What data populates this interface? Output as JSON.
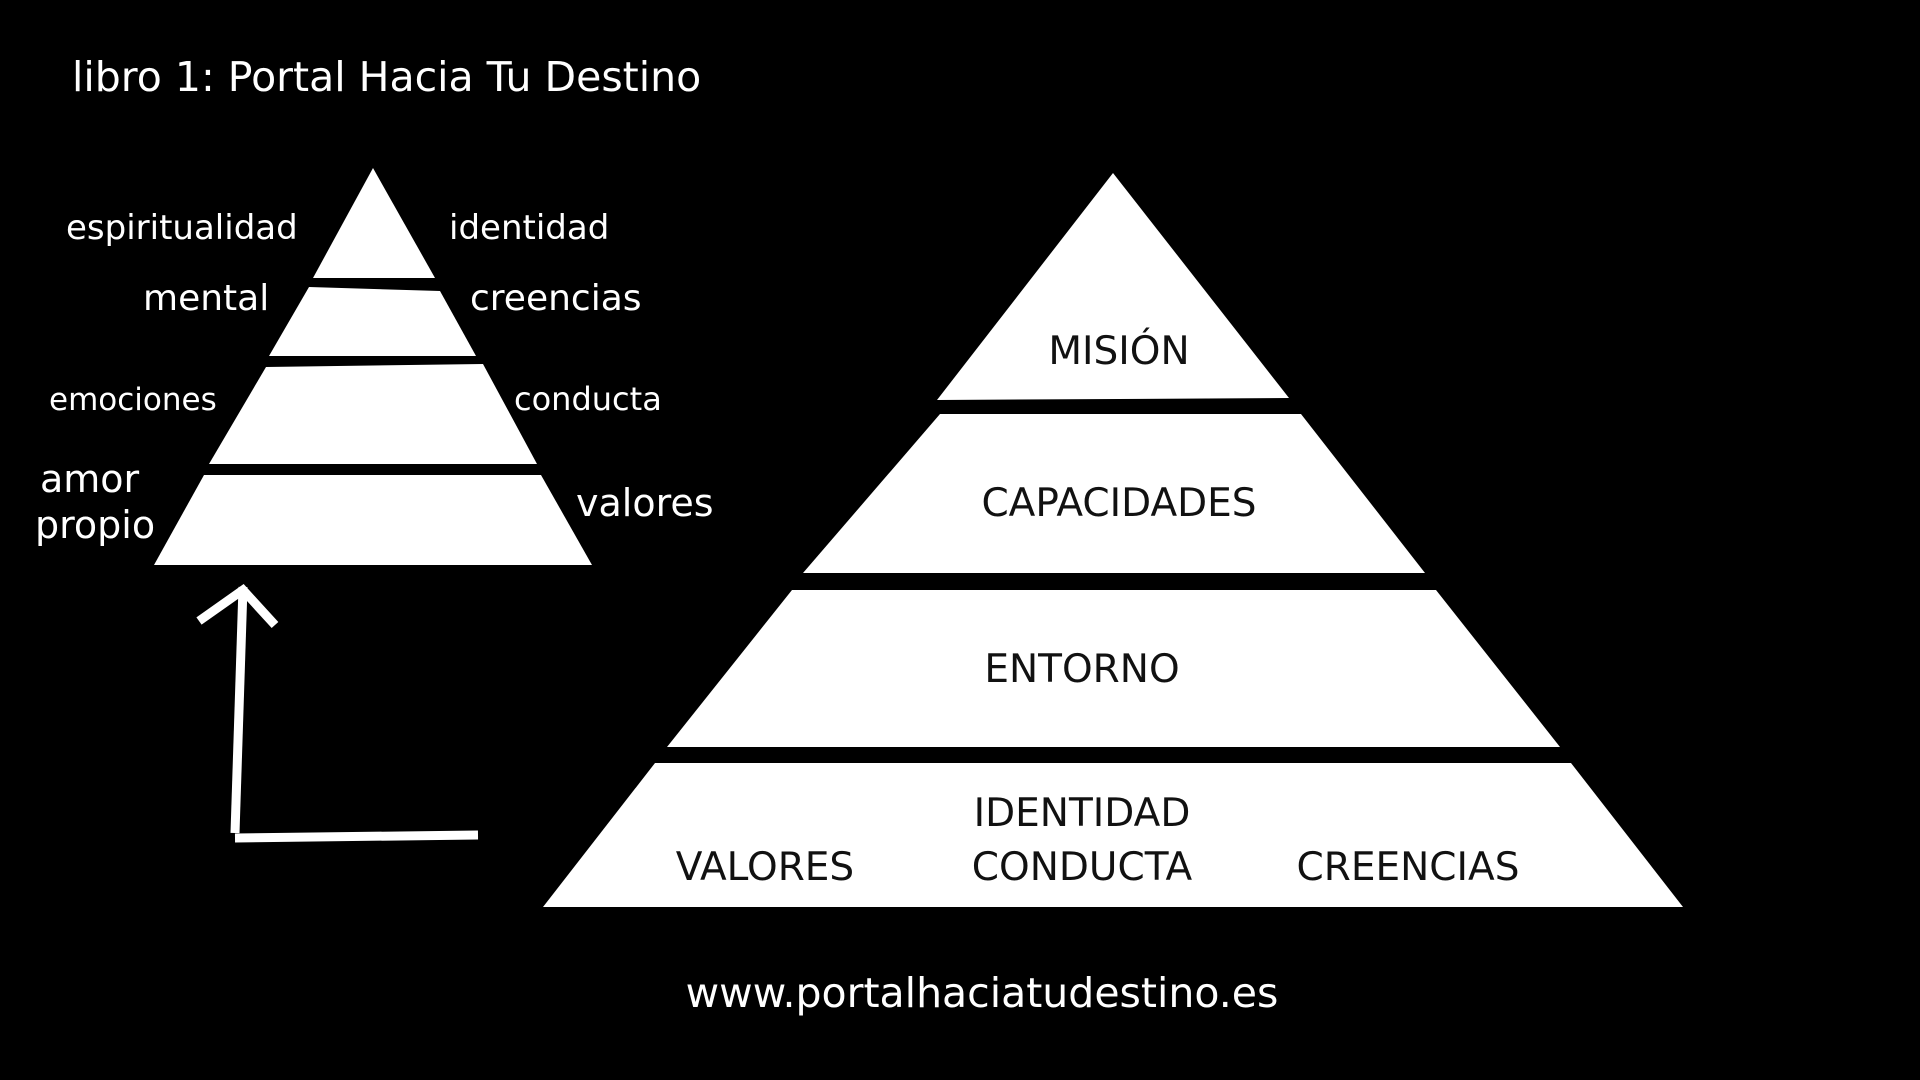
{
  "title": "libro 1:  Portal Hacia Tu Destino",
  "colors": {
    "background": "#000000",
    "foreground": "#ffffff",
    "label_on_white": "#111111"
  },
  "small_pyramid": {
    "left_labels": [
      "espiritualidad",
      "mental",
      "emociones",
      "amor",
      "propio"
    ],
    "right_labels": [
      "identidad",
      "creencias",
      "conducta",
      "valores"
    ]
  },
  "large_pyramid": {
    "tiers": [
      "MISIÓN",
      "CAPACIDADES",
      "ENTORNO"
    ],
    "base": {
      "top": "IDENTIDAD",
      "left": "VALORES",
      "center": "CONDUCTA",
      "right": "CREENCIAS"
    }
  },
  "connector_icon": "up-arrow-icon",
  "footer_url": "www.portalhaciatudestino.es"
}
